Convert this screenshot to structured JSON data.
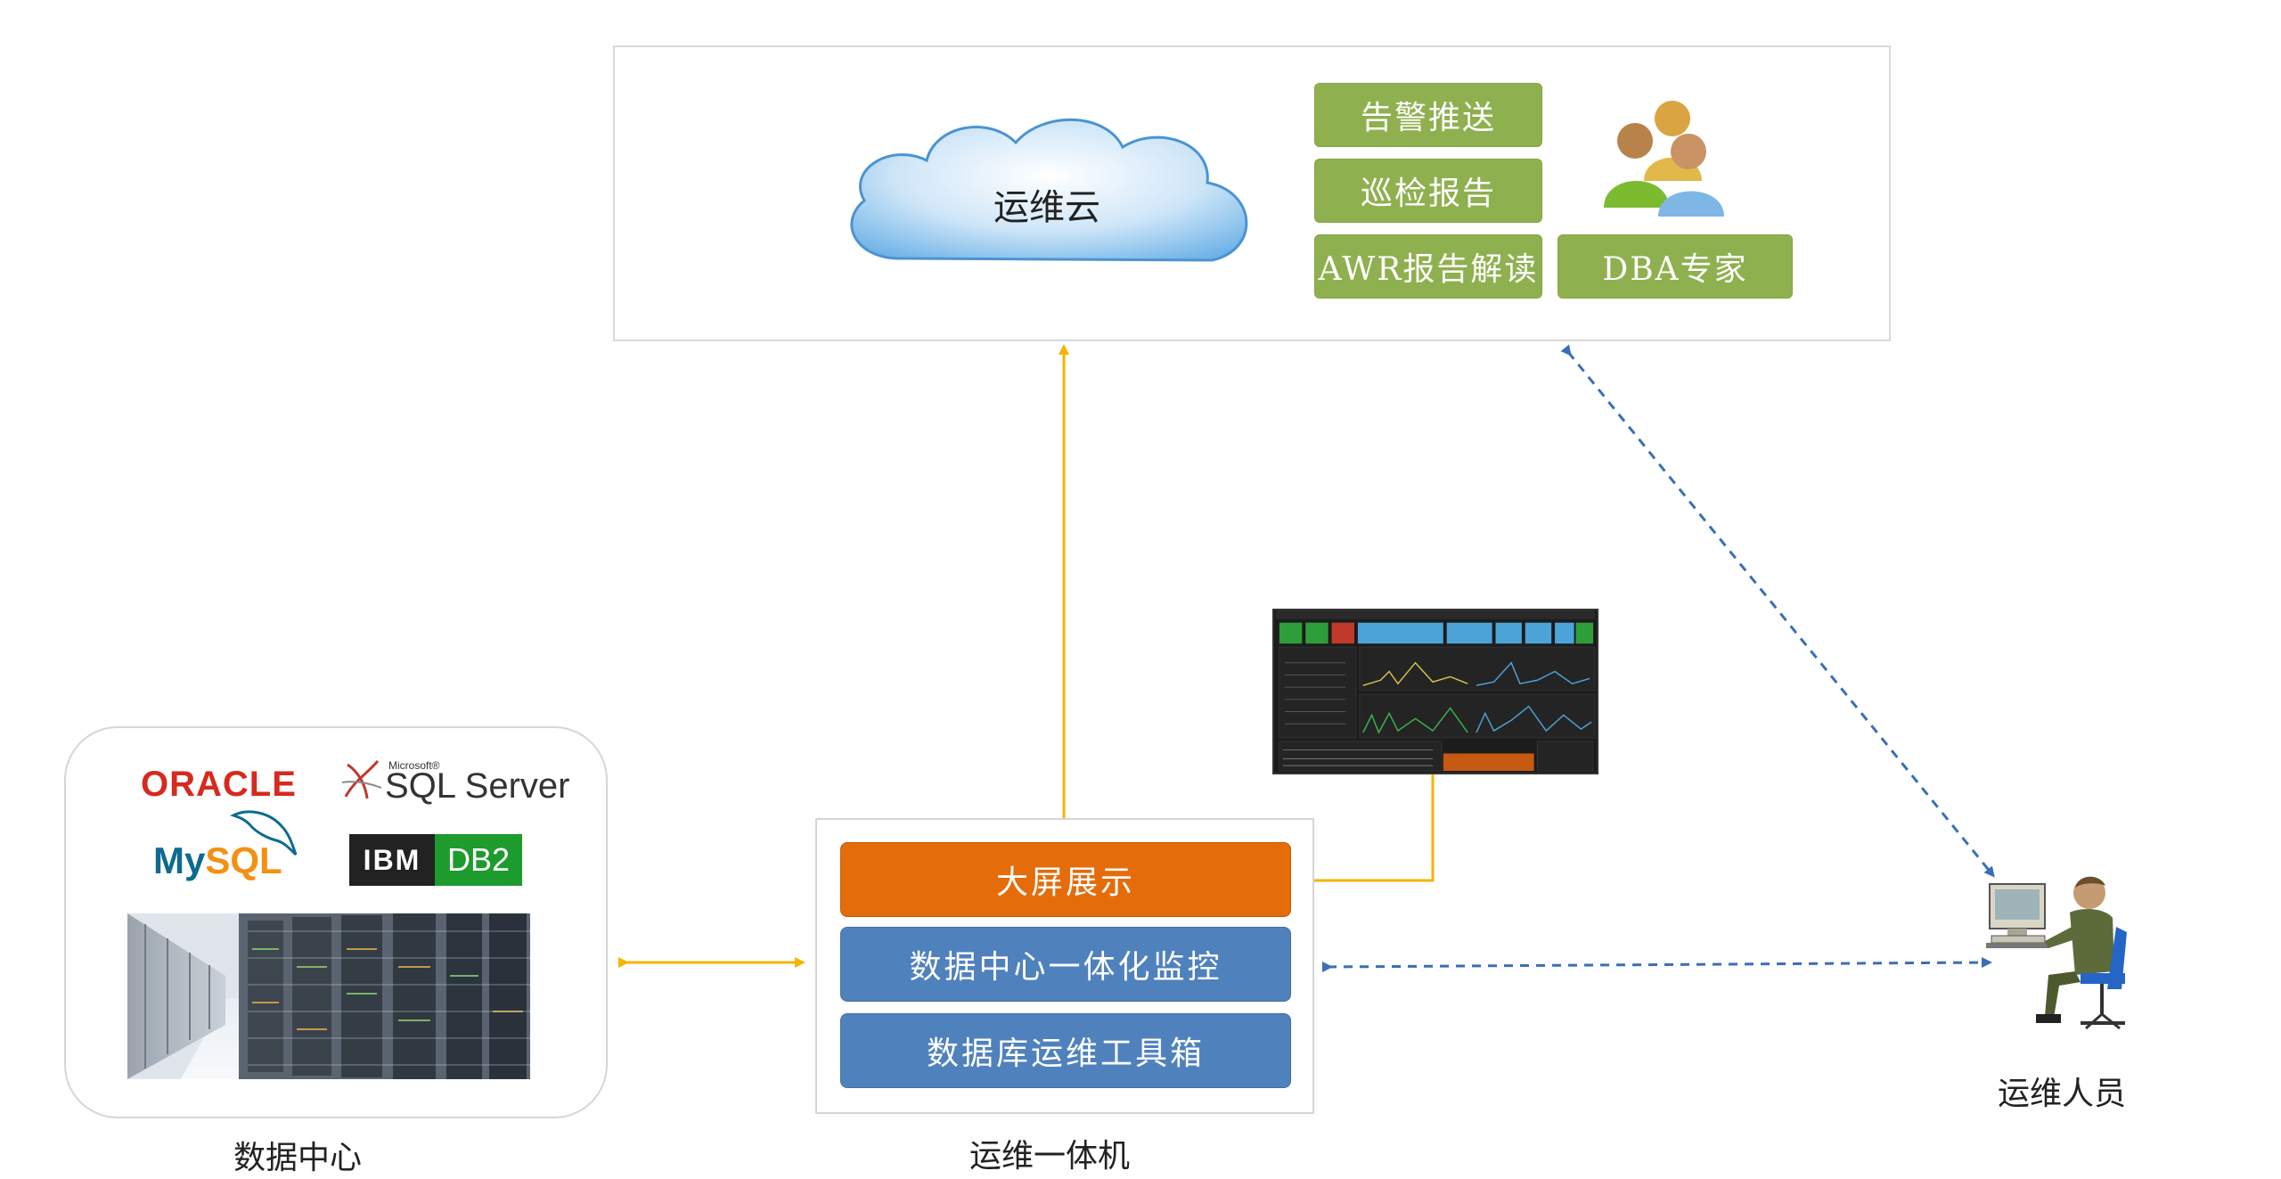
{
  "cloud": {
    "label": "运维云",
    "services": [
      "告警推送",
      "巡检报告",
      "AWR报告解读"
    ],
    "expert": "DBA专家"
  },
  "appliance": {
    "bars": [
      "大屏展示",
      "数据中心一体化监控",
      "数据库运维工具箱"
    ],
    "caption": "运维一体机"
  },
  "data_center": {
    "caption": "数据中心",
    "logos": {
      "oracle": "ORACLE",
      "sql_small": "Microsoft®",
      "sql": "SQL Server",
      "mysql_my": "My",
      "mysql_sql": "SQL",
      "ibm": "IBM",
      "db2": "DB2"
    }
  },
  "operator": {
    "caption": "运维人员"
  },
  "colors": {
    "green": "#8fb04f",
    "orange": "#e46c0a",
    "blue": "#4f81bd",
    "arrow_yellow": "#f5b400",
    "arrow_dashed": "#3a6fb5"
  },
  "icons": [
    "cloud-icon",
    "experts-group-icon",
    "operator-at-computer-icon",
    "server-room-image",
    "dashboard-screenshot"
  ]
}
